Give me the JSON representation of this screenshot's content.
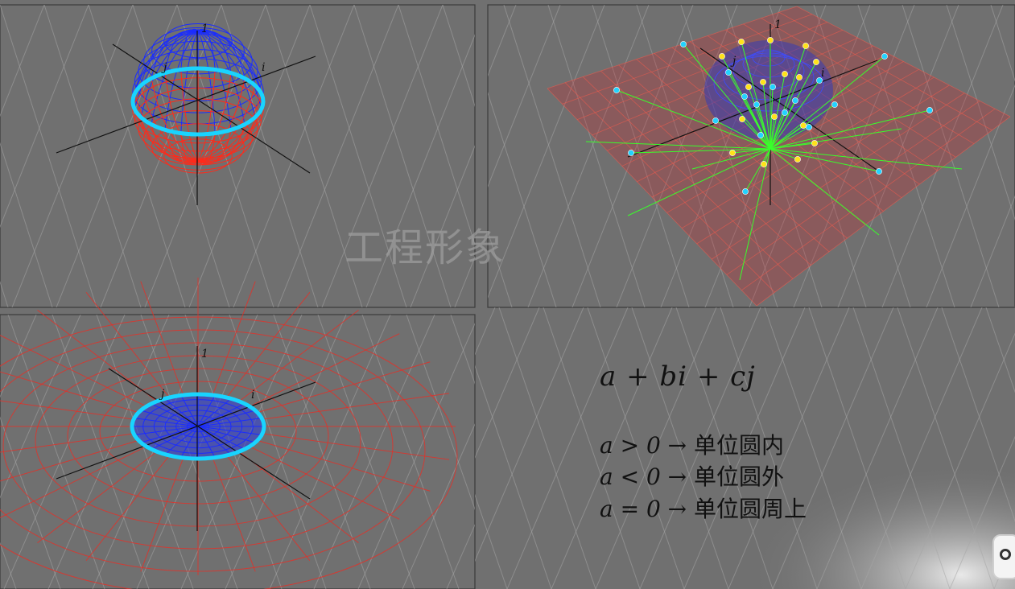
{
  "axis_labels": {
    "real": "1",
    "i": "i",
    "j": "j"
  },
  "formula": "a + bi + cj",
  "rules": [
    {
      "math": "a > 0 →",
      "text": "单位圆内"
    },
    {
      "math": "a < 0 →",
      "text": "单位圆外"
    },
    {
      "math": "a = 0 →",
      "text": "单位圆周上"
    }
  ],
  "watermark": "工程形象",
  "colors": {
    "background": "#6f6f6f",
    "upper_hemisphere": "#1a2cff",
    "lower_hemisphere": "#ff2a1a",
    "unit_circle": "#19d4ff",
    "rays": "#39ff2a",
    "points_inside": "#22d3ff",
    "points_outside": "#ffe21a"
  },
  "icons": [
    "bilibili-logo-icon"
  ]
}
